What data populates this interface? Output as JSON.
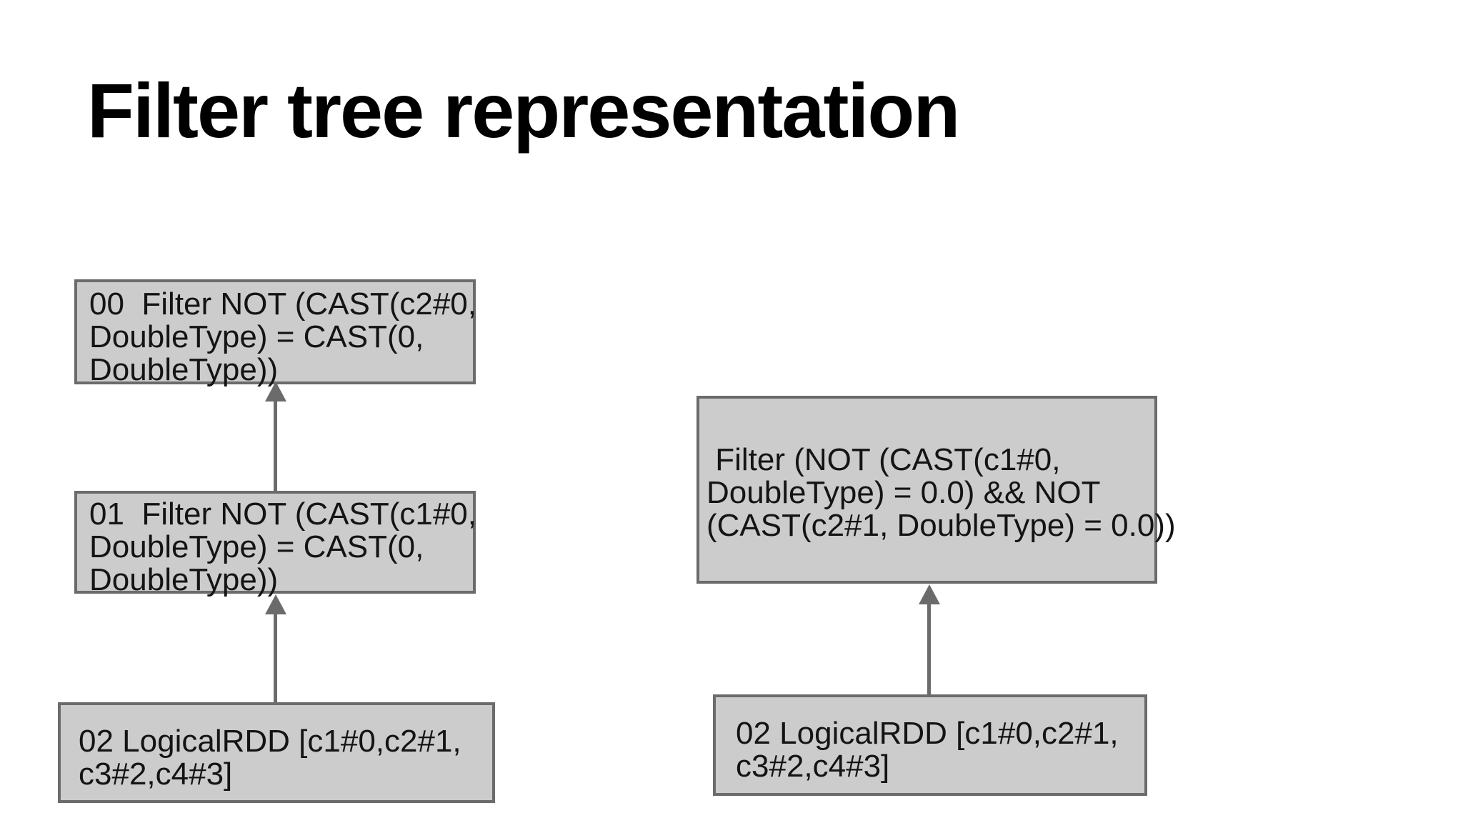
{
  "slide": {
    "title": "Filter tree representation"
  },
  "left_tree": {
    "nodes": [
      {
        "id": "00",
        "lines": [
          "00  Filter NOT (CAST(c2#0,",
          "DoubleType) = CAST(0,",
          "DoubleType))"
        ]
      },
      {
        "id": "01",
        "lines": [
          "01  Filter NOT (CAST(c1#0,",
          "DoubleType) = CAST(0,",
          "DoubleType))"
        ]
      },
      {
        "id": "02",
        "lines": [
          "02 LogicalRDD [c1#0,c2#1,",
          "c3#2,c4#3]"
        ]
      }
    ]
  },
  "right_tree": {
    "nodes": [
      {
        "id": "filter",
        "lines": [
          " Filter (NOT (CAST(c1#0,",
          "DoubleType) = 0.0) && NOT",
          "(CAST(c2#1, DoubleType) = 0.0))"
        ]
      },
      {
        "id": "02",
        "lines": [
          "02 LogicalRDD [c1#0,c2#1,",
          "c3#2,c4#3]"
        ]
      }
    ]
  },
  "colors": {
    "background": "#ffffff",
    "box_fill": "#cccccc",
    "box_border": "#6b6b6b",
    "arrow": "#6b6b6b",
    "title_text": "#000000",
    "body_text": "#141414"
  }
}
